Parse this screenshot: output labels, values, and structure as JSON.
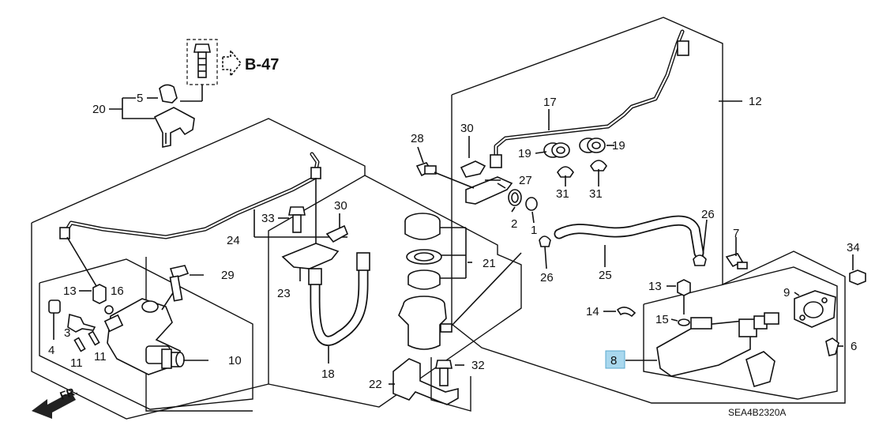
{
  "diagram": {
    "ref_code": "SEA4B2320A",
    "page_ref": "B-47",
    "front_indicator": "FR.",
    "highlight_color": "#a9d8ee",
    "callouts": {
      "c1": "1",
      "c2": "2",
      "c3": "3",
      "c4": "4",
      "c5": "5",
      "c6": "6",
      "c7": "7",
      "c8": "8",
      "c9": "9",
      "c10": "10",
      "c11a": "11",
      "c11b": "11",
      "c12": "12",
      "c13a": "13",
      "c13b": "13",
      "c14": "14",
      "c15": "15",
      "c16": "16",
      "c17": "17",
      "c18": "18",
      "c19a": "19",
      "c19b": "19",
      "c20": "20",
      "c21": "21",
      "c22": "22",
      "c23": "23",
      "c24": "24",
      "c25": "25",
      "c26a": "26",
      "c26b": "26",
      "c27": "27",
      "c28": "28",
      "c29": "29",
      "c30a": "30",
      "c30b": "30",
      "c31a": "31",
      "c31b": "31",
      "c32": "32",
      "c33": "33",
      "c34": "34"
    }
  }
}
